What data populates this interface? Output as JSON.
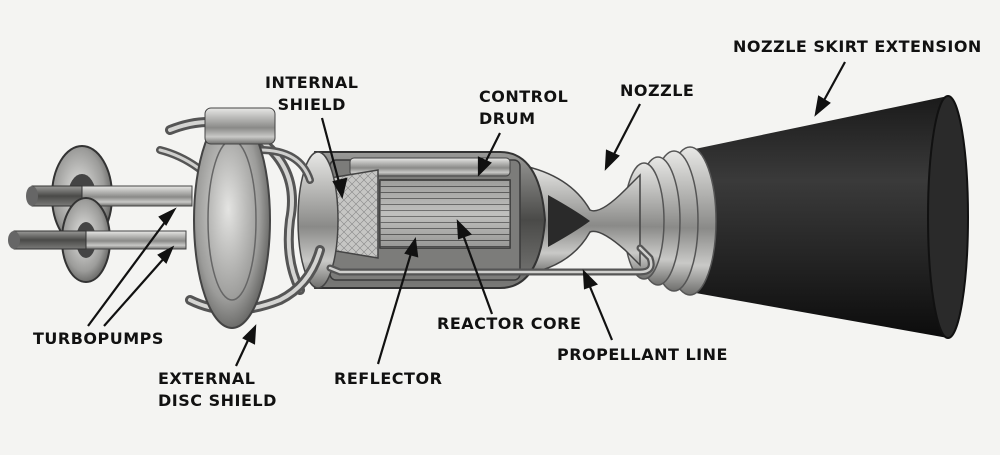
{
  "labels": {
    "nozzle_skirt_extension": "NOZZLE SKIRT EXTENSION",
    "nozzle": "NOZZLE",
    "control_drum": [
      "CONTROL",
      "DRUM"
    ],
    "internal_shield": [
      "INTERNAL",
      "SHIELD"
    ],
    "turbopumps": "TURBOPUMPS",
    "external_disc_shield": [
      "EXTERNAL",
      "DISC SHIELD"
    ],
    "reflector": "REFLECTOR",
    "reactor_core": "REACTOR CORE",
    "propellant_line": "PROPELLANT LINE"
  }
}
